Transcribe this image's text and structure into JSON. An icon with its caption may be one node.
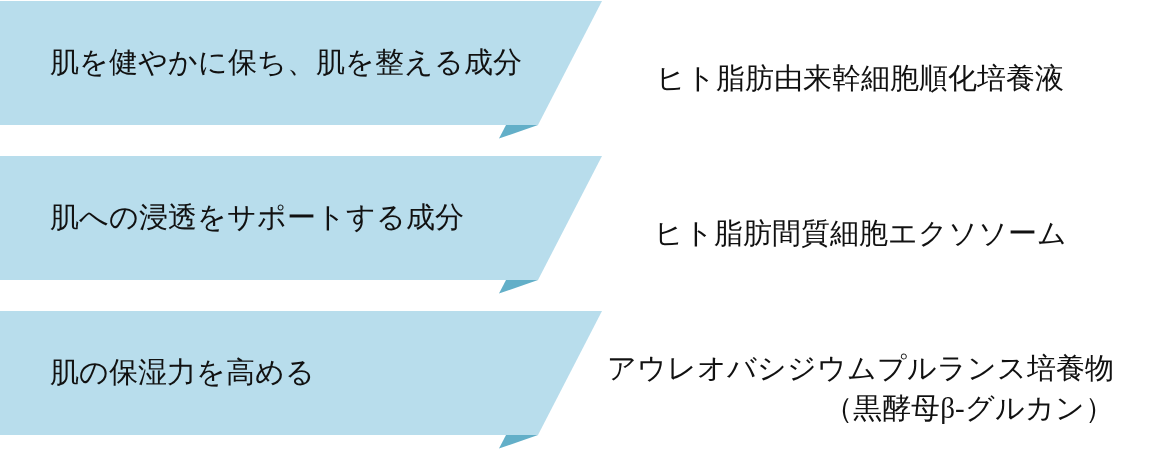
{
  "diagram": {
    "nodes": [
      {
        "text": [
          "肌を健やかに保ち、肌を整える成分"
        ],
        "beside": [
          "ヒト脂肪由来幹細胞順化培養液"
        ]
      },
      {
        "text": [
          "肌への浸透をサポートする成分"
        ],
        "beside": [
          "ヒト脂肪間質細胞エクソソーム"
        ]
      },
      {
        "text": [
          "肌の保湿力を高める"
        ],
        "beside": [
          "アウレオバシジウムプルランス培養物（黒酵母β-グルカン）"
        ]
      }
    ]
  }
}
